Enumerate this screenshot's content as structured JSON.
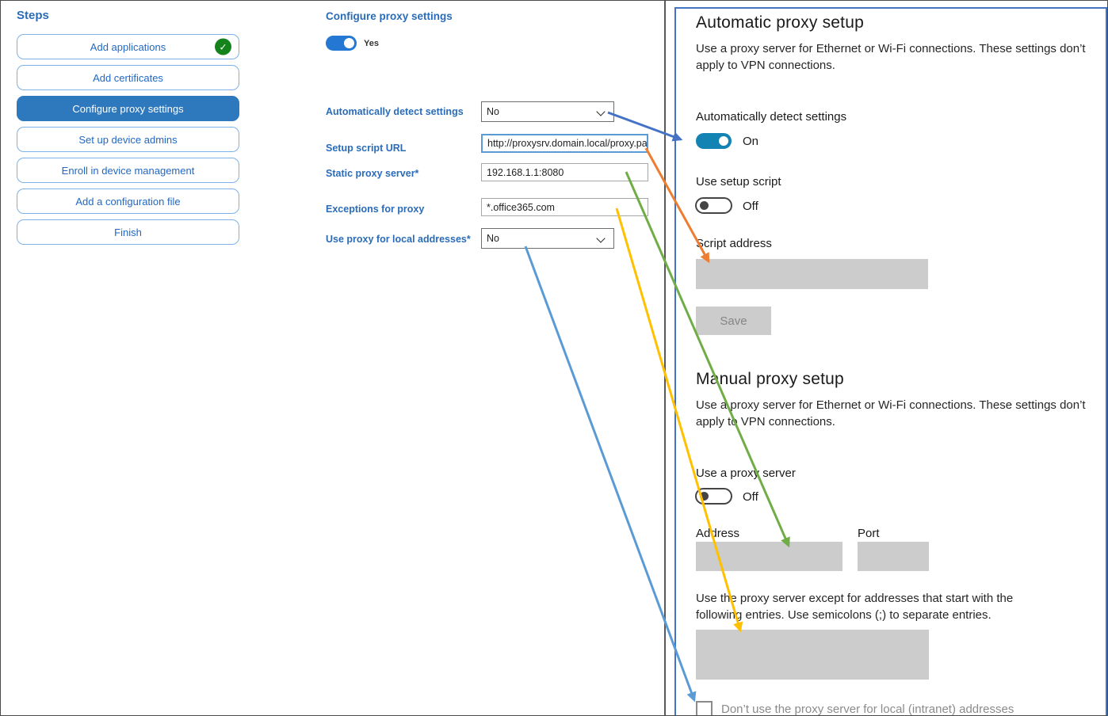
{
  "steps": {
    "title": "Steps",
    "check_glyph": "✓",
    "items": [
      {
        "label": "Add applications",
        "completed": true
      },
      {
        "label": "Add certificates"
      },
      {
        "label": "Configure proxy settings",
        "selected": true
      },
      {
        "label": "Set up device admins"
      },
      {
        "label": "Enroll in device management"
      },
      {
        "label": "Add a configuration file"
      },
      {
        "label": "Finish"
      }
    ]
  },
  "form": {
    "title": "Configure proxy settings",
    "enabled_toggle": {
      "state_label": "Yes",
      "on": true
    },
    "fields": [
      {
        "label": "Automatically detect settings",
        "type": "select",
        "value": "No"
      },
      {
        "label": "Setup script URL",
        "type": "text",
        "value": "http://proxysrv.domain.local/proxy.pa"
      },
      {
        "label": "Static proxy server*",
        "type": "text",
        "value": "192.168.1.1:8080"
      },
      {
        "label": "Exceptions for proxy",
        "type": "text",
        "value": "*.office365.com"
      },
      {
        "label": "Use proxy for local addresses*",
        "type": "select",
        "value": "No"
      }
    ]
  },
  "settings_panel": {
    "automatic": {
      "heading": "Automatic proxy setup",
      "description": "Use a proxy server for Ethernet or Wi-Fi connections. These settings don’t apply to VPN connections.",
      "auto_detect": {
        "label": "Automatically detect settings",
        "state": "On",
        "on": true
      },
      "setup_script": {
        "label": "Use setup script",
        "state": "Off",
        "on": false
      },
      "script_address_label": "Script address",
      "save_label": "Save"
    },
    "manual": {
      "heading": "Manual proxy setup",
      "description": "Use a proxy server for Ethernet or Wi-Fi connections. These settings don’t apply to VPN connections.",
      "proxy_server": {
        "label": "Use a proxy server",
        "state": "Off",
        "on": false
      },
      "address_label": "Address",
      "port_label": "Port",
      "exceptions_note": "Use the proxy server except for addresses that start with the following entries. Use semicolons (;) to separate entries.",
      "local_exempt_label": "Don’t use the proxy server for local (intranet) addresses"
    }
  },
  "arrows": [
    {
      "name": "auto-detect-mapping",
      "color": "#4472C4"
    },
    {
      "name": "setup-script-url-mapping",
      "color": "#ED7D31"
    },
    {
      "name": "static-proxy-mapping",
      "color": "#70AD47"
    },
    {
      "name": "exceptions-mapping",
      "color": "#FFC000"
    },
    {
      "name": "local-addresses-mapping",
      "color": "#5B9BD5"
    }
  ]
}
